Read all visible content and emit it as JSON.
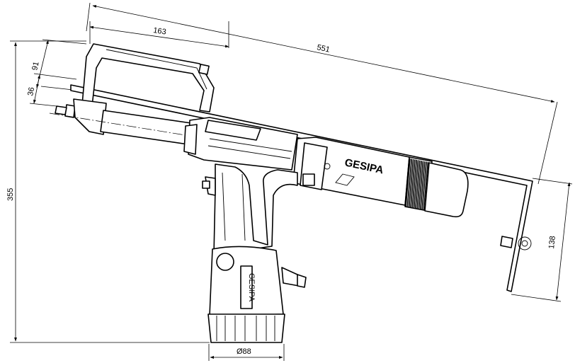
{
  "dimensions": {
    "d163": "163",
    "d551": "551",
    "d91": "91",
    "d36": "36",
    "d355": "355",
    "d138": "138",
    "d88": "Ø88"
  },
  "brand": "GESIPA",
  "grip_marking": "GESIPA",
  "colors": {
    "line": "#000000",
    "background": "#ffffff"
  }
}
